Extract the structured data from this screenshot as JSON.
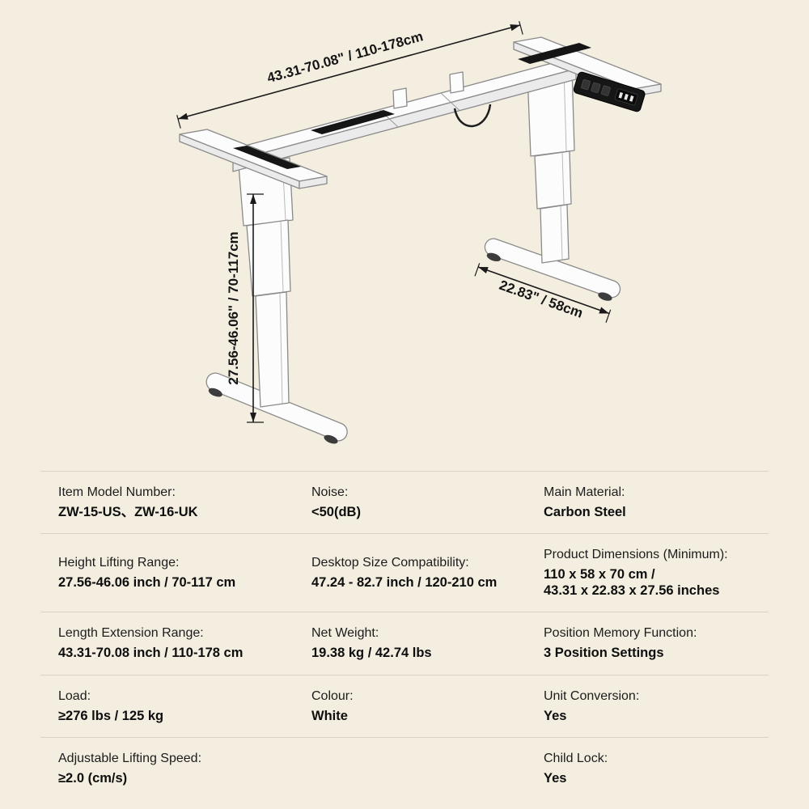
{
  "colors": {
    "background": "#f3eee0",
    "divider": "#d9d3c3",
    "frame_white": "#fcfcfc",
    "dimension_text": "#141414"
  },
  "illustration": {
    "length_dimension": "43.31-70.08\" / 110-178cm",
    "height_dimension": "27.56-46.06\" / 70-117cm",
    "depth_dimension": "22.83\" / 58cm"
  },
  "spec_table": {
    "rows": [
      {
        "c1": {
          "label": "Item Model Number:",
          "value": "ZW-15-US、ZW-16-UK"
        },
        "c2": {
          "label": "Noise:",
          "value": "<50(dB)"
        },
        "c3": {
          "label": "Main Material:",
          "value": "Carbon Steel"
        }
      },
      {
        "c1": {
          "label": "Height Lifting Range:",
          "value": "27.56-46.06 inch / 70-117 cm"
        },
        "c2": {
          "label": "Desktop Size Compatibility:",
          "value": "47.24 - 82.7 inch / 120-210 cm"
        },
        "c3": {
          "label": "Product Dimensions (Minimum):",
          "value": "110 x 58 x 70 cm /\n43.31 x 22.83 x 27.56 inches"
        }
      },
      {
        "c1": {
          "label": "Length Extension Range:",
          "value": "43.31-70.08 inch / 110-178 cm"
        },
        "c2": {
          "label": "Net Weight:",
          "value": "19.38 kg / 42.74 lbs"
        },
        "c3": {
          "label": "Position Memory Function:",
          "value": "3 Position Settings"
        }
      },
      {
        "c1": {
          "label": "Load:",
          "value": "≥276 lbs / 125 kg"
        },
        "c2": {
          "label": "Colour:",
          "value": "White"
        },
        "c3": {
          "label": "Unit Conversion:",
          "value": "Yes"
        }
      },
      {
        "c1": {
          "label": "Adjustable Lifting Speed:",
          "value": "≥2.0 (cm/s)"
        },
        "c3": {
          "label": "Child Lock:",
          "value": "Yes"
        }
      }
    ]
  }
}
